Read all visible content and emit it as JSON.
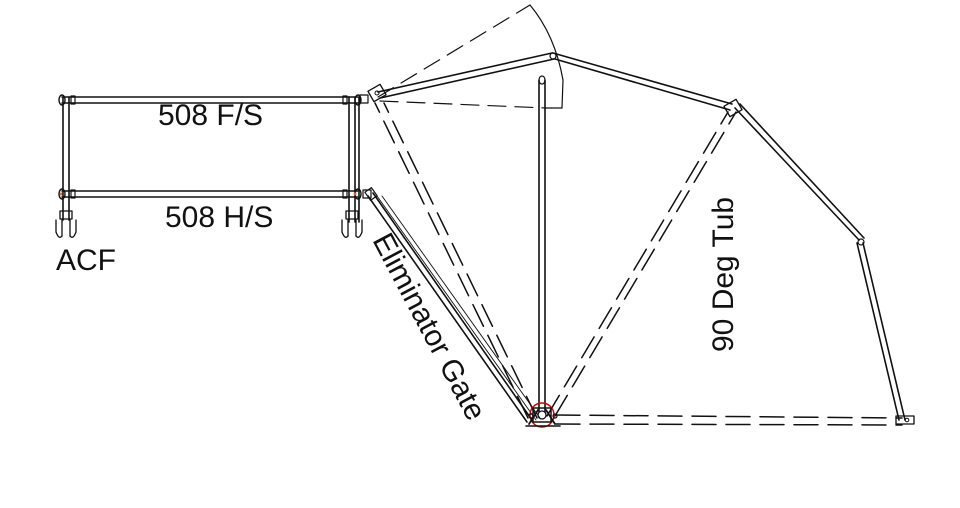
{
  "labels": {
    "full_section": "508 F/S",
    "half_section": "508 H/S",
    "acf": "ACF",
    "eliminator_gate": "Eliminator Gate",
    "deg_tub": "90 Deg Tub"
  },
  "colors": {
    "line": "#111111",
    "pivot_marker": "#cc0000",
    "joint_accent": "#d86a3a"
  }
}
